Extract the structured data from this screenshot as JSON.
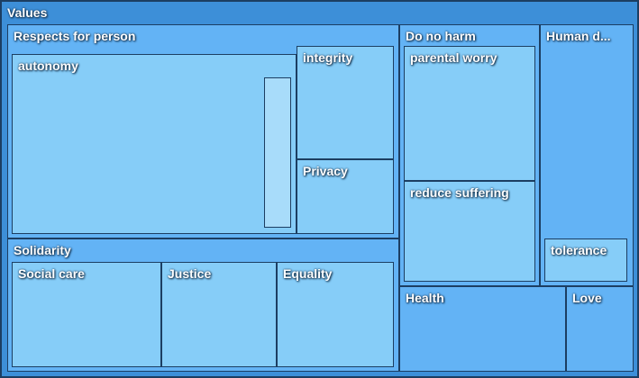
{
  "treemap": {
    "root": "Values",
    "groups": {
      "respects": "Respects for person",
      "do_no_harm": "Do no harm",
      "human_dignity": "Human d...",
      "solidarity": "Solidarity"
    },
    "leaves": {
      "autonomy": "autonomy",
      "integrity": "integrity",
      "privacy": "Privacy",
      "parental_worry": "parental worry",
      "reduce_suffering": "reduce suffering",
      "tolerance": "tolerance",
      "social_care": "Social care",
      "justice": "Justice",
      "equality": "Equality",
      "health": "Health",
      "love": "Love"
    }
  },
  "colors": {
    "root": "#3d8fd8",
    "group": "#63b3f5",
    "leaf": "#86cdf8",
    "border": "#1c3e62",
    "label": "#ffffff"
  }
}
